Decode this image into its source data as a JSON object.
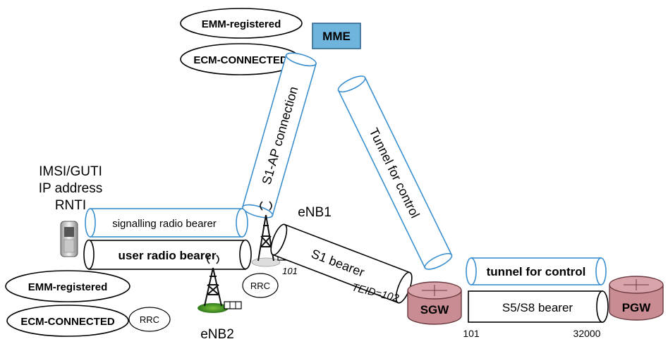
{
  "ue": {
    "identity_lines": [
      "IMSI/GUTI",
      "IP address",
      "RNTI"
    ],
    "emm_state": "EMM-registered",
    "ecm_state": "ECM-CONNECTED",
    "rrc_label": "RRC"
  },
  "mme": {
    "label": "MME",
    "emm_state": "EMM-registered",
    "ecm_state": "ECM-CONNECTED",
    "color": "#6fb4dc"
  },
  "enb1": {
    "label": "eNB1",
    "rrc_label": "RRC",
    "port": "101"
  },
  "enb2": {
    "label": "eNB2"
  },
  "gateways": {
    "sgw_label": "SGW",
    "pgw_label": "PGW",
    "color": "#c98c92",
    "sgw_port": "101",
    "pgw_port": "32000"
  },
  "bearers": {
    "signalling": "signalling radio bearer",
    "user": "user radio bearer",
    "s1ap": "S1-AP connection",
    "tunnel_control_vertical": "Tunnel for control",
    "s1_bearer": "S1 bearer",
    "teid": "TEID=102",
    "tunnel_control_horizontal": "tunnel for control",
    "s5s8": "S5/S8 bearer"
  },
  "colors": {
    "control_tube": "#3a8fcf",
    "data_tube": "#000000"
  }
}
